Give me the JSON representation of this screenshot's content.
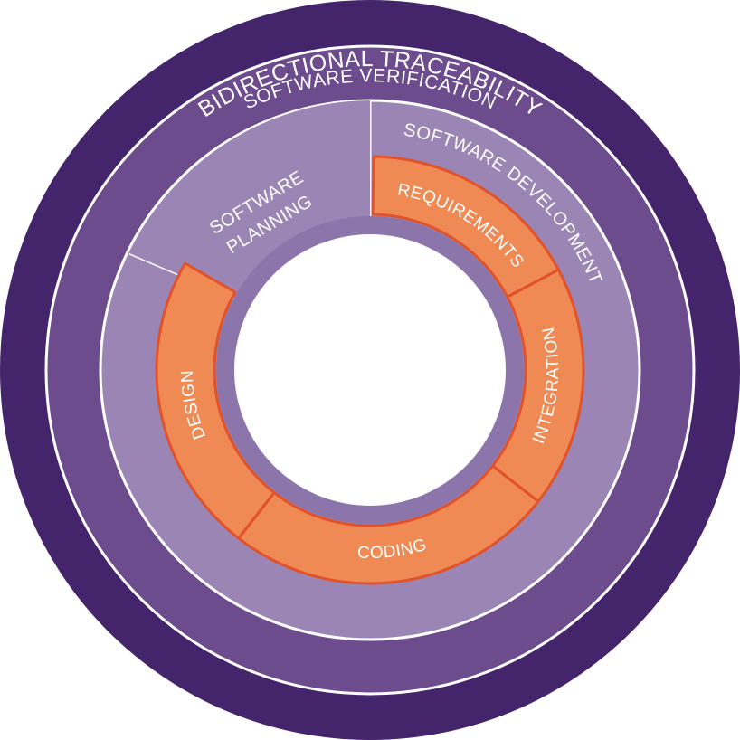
{
  "diagram": {
    "rings": {
      "outer": {
        "label": "BIDIRECTIONAL TRACEABILITY",
        "color": "#44246b"
      },
      "middle": {
        "label": "SOFTWARE VERIFICATION",
        "color": "#6d4c8e"
      },
      "inner": {
        "color": "#9b85b5"
      }
    },
    "planning": {
      "line1": "SOFTWARE",
      "line2": "PLANNING"
    },
    "development": {
      "label": "SOFTWARE DEVELOPMENT"
    },
    "phases": {
      "requirements": "REQUIREMENTS",
      "integration": "INTEGRATION",
      "coding": "CODING",
      "design": "DESIGN"
    },
    "colors": {
      "phase_fill": "#f08a54",
      "phase_stroke": "#e2522a",
      "divider": "#ffffff",
      "center": "#ffffff"
    }
  }
}
